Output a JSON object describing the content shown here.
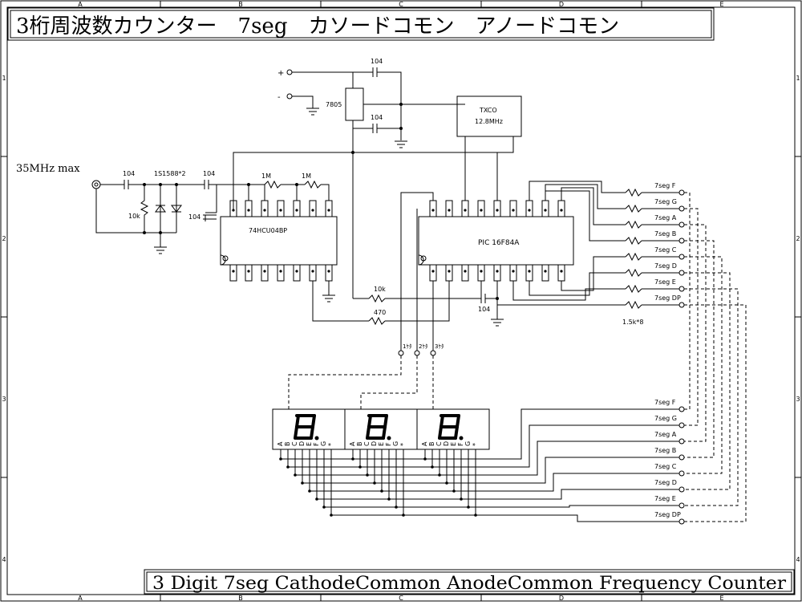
{
  "title_jp": "3桁周波数カウンター　7seg　カソードコモン　アノードコモン",
  "title_en": "3 Digit  7seg  CathodeCommon  AnodeCommon  Frequency Counter",
  "border_cols": [
    "A",
    "B",
    "C",
    "D",
    "E"
  ],
  "border_rows": [
    "1",
    "2",
    "3",
    "4"
  ],
  "power": {
    "plus": "+",
    "minus": "-",
    "regulator": "7805",
    "cap": "104"
  },
  "oscillator": {
    "name": "TXCO",
    "freq": "12.8MHz"
  },
  "input": {
    "label": "35MHz max",
    "cap_in": "104",
    "diode": "1S1588*2",
    "cap_mid": "104",
    "r_bias": "10k",
    "cap_low": "104",
    "r_fb1": "1M",
    "r_fb2": "1M"
  },
  "ic1": {
    "name": "74HCU04BP"
  },
  "ic2": {
    "name": "PIC 16F84A",
    "r_low": "10k",
    "cap_low": "104",
    "r_mid": "470"
  },
  "digit_labels": [
    "1ｹﾀ",
    "2ｹﾀ",
    "3ｹﾀ"
  ],
  "segment_upper": [
    "7seg F",
    "7seg G",
    "7seg A",
    "7seg B",
    "7seg C",
    "7seg D",
    "7seg E",
    "7seg DP"
  ],
  "segment_lower": [
    "7seg F",
    "7seg G",
    "7seg A",
    "7seg B",
    "7seg C",
    "7seg D",
    "7seg E",
    "7seg DP"
  ],
  "seg_resistor": "1.5k*8",
  "display_pins": "ABCDEFG*"
}
